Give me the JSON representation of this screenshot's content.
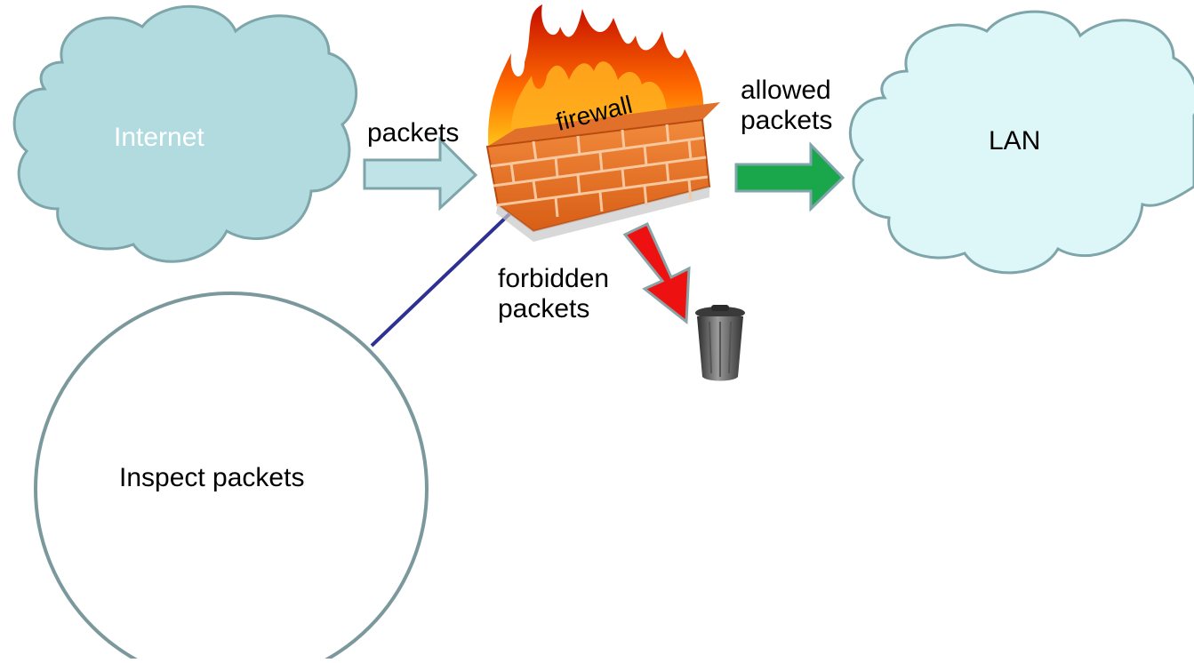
{
  "nodes": {
    "internet": "Internet",
    "lan": "LAN",
    "firewall": "firewall",
    "inspect": "Inspect packets"
  },
  "edges": {
    "incoming": "packets",
    "allowed_line1": "allowed",
    "allowed_line2": "packets",
    "forbidden_line1": "forbidden",
    "forbidden_line2": "packets"
  },
  "colors": {
    "internet_cloud": "#b1dbdf",
    "lan_cloud": "#ddf6f8",
    "cloud_border": "#7ea5a9",
    "incoming_arrow": "#bfe3e6",
    "allowed_arrow": "#1aa64a",
    "forbidden_arrow": "#ee1111",
    "inspect_border": "#7b999c",
    "connector_line": "#2e3192",
    "brick": "#ec7a2c"
  },
  "icons": [
    "fire-icon",
    "brick-wall-icon",
    "trash-can-icon"
  ]
}
